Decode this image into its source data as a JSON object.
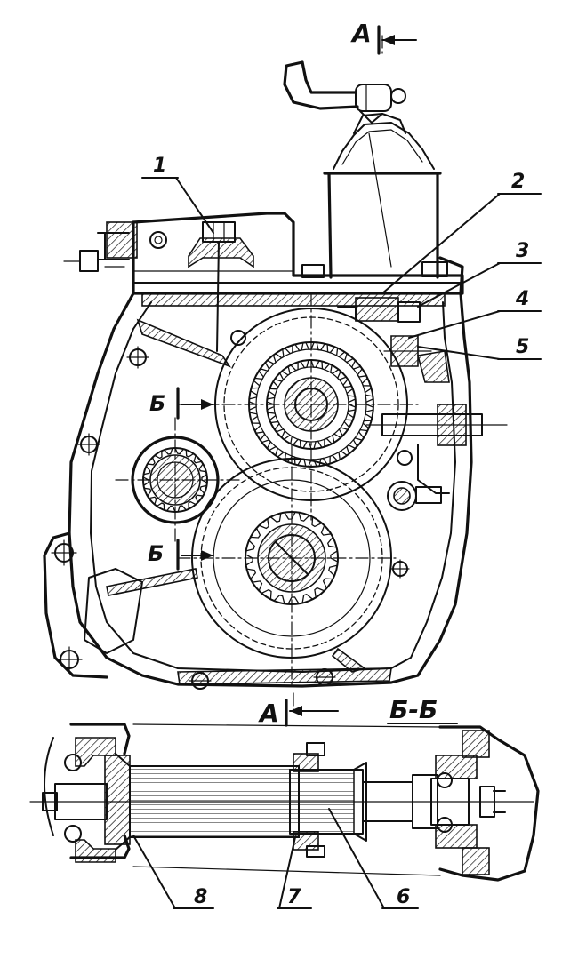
{
  "callouts": [
    "1",
    "2",
    "3",
    "4",
    "5",
    "6",
    "7",
    "8"
  ],
  "section_marks": {
    "a_top": "A",
    "a_bottom": "A",
    "b_upper": "Б",
    "b_lower": "Б",
    "section_title": "Б-Б"
  },
  "colors": {
    "ink": "#111111",
    "paper": "#ffffff"
  }
}
